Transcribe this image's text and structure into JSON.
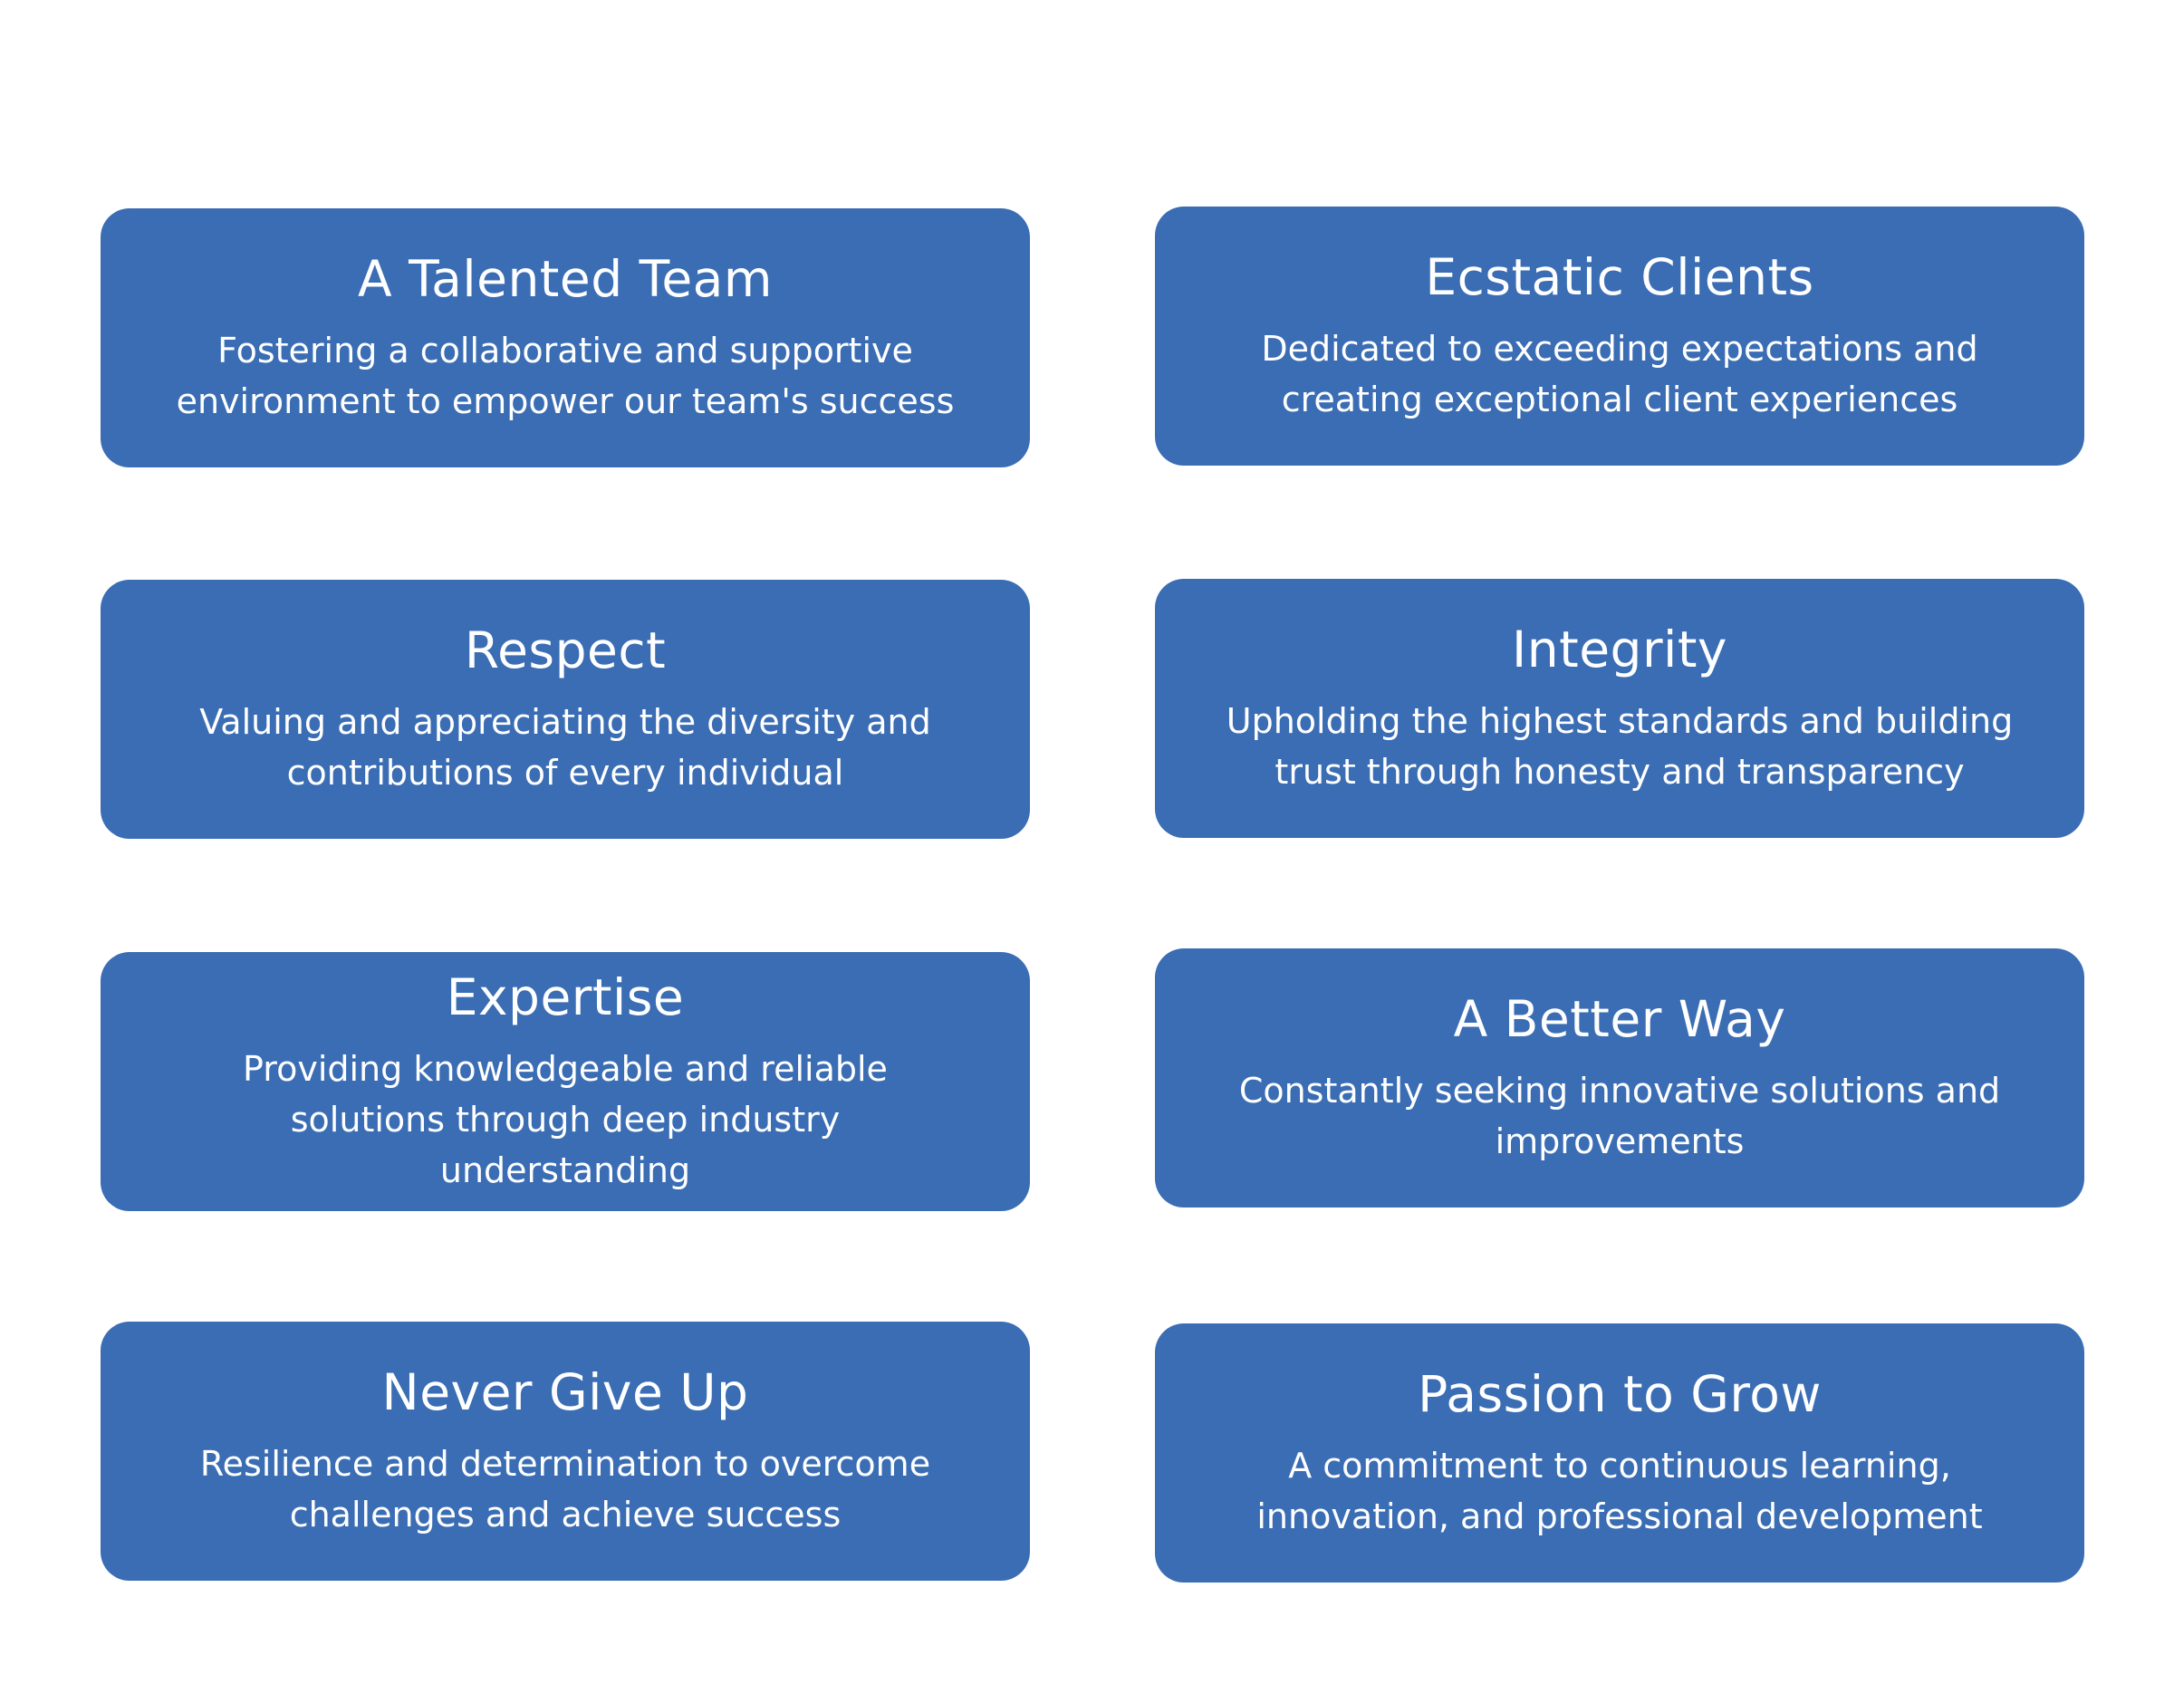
{
  "theme": {
    "card_color": "#3a6db4",
    "text_color": "#ffffff",
    "background": "#ffffff"
  },
  "cards": [
    {
      "title": "A Talented Team",
      "description": "Fostering a collaborative and supportive environment to empower our team's success"
    },
    {
      "title": "Ecstatic Clients",
      "description": "Dedicated to exceeding expectations and creating exceptional client experiences"
    },
    {
      "title": "Respect",
      "description": "Valuing and appreciating the diversity and contributions of every individual"
    },
    {
      "title": "Integrity",
      "description": "Upholding the highest standards and building trust through honesty and transparency"
    },
    {
      "title": "Expertise",
      "description": "Providing knowledgeable and reliable solutions through deep industry understanding"
    },
    {
      "title": "A Better Way",
      "description": "Constantly seeking innovative solutions and improvements"
    },
    {
      "title": "Never Give Up",
      "description": "Resilience and determination to overcome challenges and achieve success"
    },
    {
      "title": "Passion to Grow",
      "description": "A commitment to continuous learning, innovation, and professional development"
    }
  ]
}
